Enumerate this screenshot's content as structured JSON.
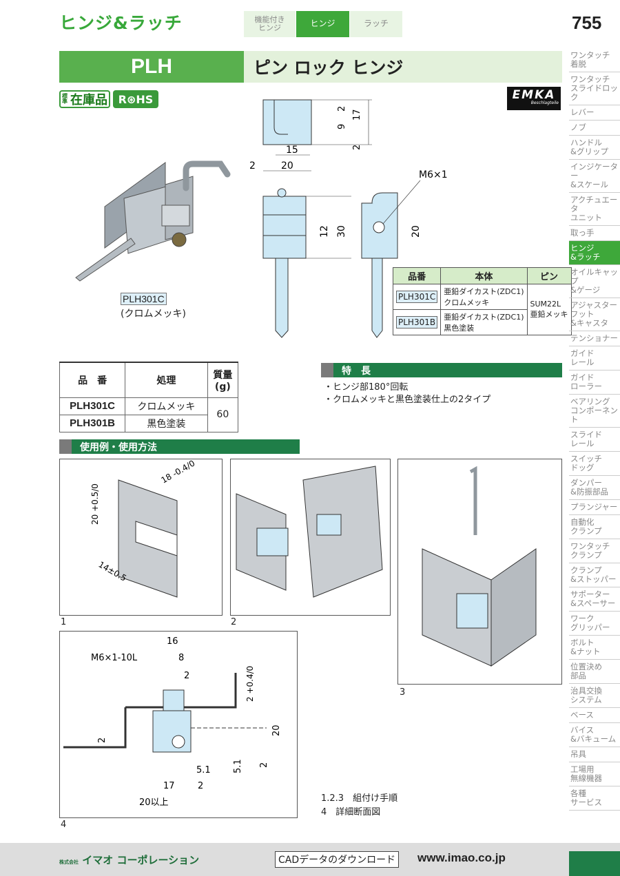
{
  "header": {
    "category_title": "ヒンジ&ラッチ",
    "tabs": [
      {
        "label": "機能付き\nヒンジ"
      },
      {
        "label": "ヒンジ"
      },
      {
        "label": "ラッチ"
      }
    ],
    "page_number": "755"
  },
  "product": {
    "code": "PLH",
    "name": "ピン ロック ヒンジ",
    "badge_stock_small": "標準",
    "badge_stock": "在庫品",
    "badge_rohs": "R⊛HS",
    "brand": "EMKA",
    "brand_sub": "Beschlagteile",
    "photo_code": "PLH301C",
    "photo_sub": "(クロムメッキ)"
  },
  "dimensions": {
    "top": [
      "2",
      "9",
      "17",
      "2",
      "15",
      "20",
      "2"
    ],
    "front": [
      "12",
      "30"
    ],
    "side": [
      "M6×1",
      "20"
    ]
  },
  "spec_table": {
    "headers": [
      "品番",
      "本体",
      "ピン"
    ],
    "rows": [
      {
        "code": "PLH301C",
        "body": "亜鉛ダイカスト(ZDC1)\nクロムメッキ"
      },
      {
        "code": "PLH301B",
        "body": "亜鉛ダイカスト(ZDC1)\n黒色塗装"
      }
    ],
    "pin": "SUM22L\n亜鉛メッキ"
  },
  "mass_table": {
    "headers": [
      "品　番",
      "処理",
      "質量\n(g)"
    ],
    "rows": [
      {
        "code": "PLH301C",
        "treatment": "クロムメッキ"
      },
      {
        "code": "PLH301B",
        "treatment": "黒色塗装"
      }
    ],
    "mass": "60"
  },
  "features": {
    "title": "特　長",
    "items": [
      "・ヒンジ部180°回転",
      "・クロムメッキと黒色塗装仕上の2タイプ"
    ]
  },
  "usage": {
    "title": "使用例・使用方法",
    "fig1": {
      "num": "1",
      "dims": [
        "18 -0.4/0",
        "20 +0.5/0",
        "14±0.5"
      ]
    },
    "fig2": {
      "num": "2"
    },
    "fig3": {
      "num": "3"
    },
    "fig4": {
      "num": "4",
      "dims": [
        "16",
        "M6×1-10L",
        "8",
        "2",
        "2 +0.4/0",
        "20",
        "2",
        "5.1",
        "2",
        "5.1",
        "17",
        "2",
        "20以上"
      ]
    },
    "notes": [
      "1.2.3　組付け手順",
      "4　詳細断面図"
    ]
  },
  "sidebar": [
    "ワンタッチ\n着脱",
    "ワンタッチ\nスライドロック",
    "レバー",
    "ノブ",
    "ハンドル\n&グリップ",
    "インジケーター\n&スケール",
    "アクチュエータ\nユニット",
    "取っ手",
    "ヒンジ\n&ラッチ",
    "オイルキャップ\n&ゲージ",
    "アジャスター\nフット\n&キャスタ",
    "テンショナー",
    "ガイド\nレール",
    "ガイド\nローラー",
    "ベアリング\nコンポーネント",
    "スライド\nレール",
    "スイッチ\nドッグ",
    "ダンパー\n&防振部品",
    "プランジャー",
    "自動化\nクランプ",
    "ワンタッチ\nクランプ",
    "クランプ\n&ストッパー",
    "サポーター\n&スペーサー",
    "ワーク\nグリッパー",
    "ボルト\n&ナット",
    "位置決め\n部品",
    "治具交換\nシステム",
    "ベース",
    "バイス\n&バキューム",
    "吊具",
    "工場用\n無線機器",
    "各種\nサービス"
  ],
  "sidebar_active_index": 8,
  "footer": {
    "company_small": "株式会社",
    "company": "イマオ コーポレーション",
    "cad": "CADデータのダウンロード",
    "url": "www.imao.co.jp"
  },
  "colors": {
    "brand_green": "#3ea83a",
    "dark_green": "#1f7e48",
    "light_green": "#e3f1db",
    "part_blue": "#cde8f5"
  }
}
